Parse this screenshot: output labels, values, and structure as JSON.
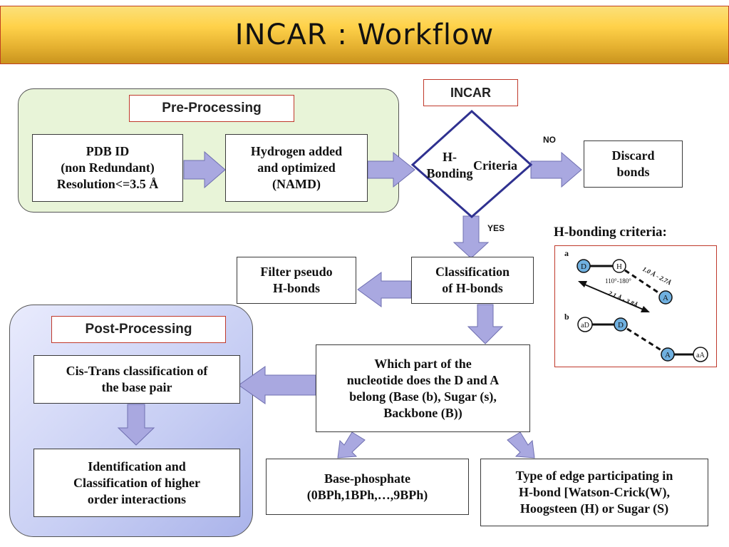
{
  "title": "INCAR : Workflow",
  "pre_processing": {
    "label": "Pre-Processing",
    "pdb_box": "PDB ID\n(non Redundant)\nResolution<=3.5 Å",
    "hydrogen_box": "Hydrogen added\nand optimized\n(NAMD)"
  },
  "incar_label": "INCAR",
  "decision": {
    "line1": "H-Bonding",
    "line2": "Criteria"
  },
  "no_label": "NO",
  "yes_label": "YES",
  "discard_box": "Discard\nbonds",
  "classification_box": "Classification\nof H-bonds",
  "filter_box": "Filter pseudo\nH-bonds",
  "which_part_box": "Which part of the\nnucleotide does the D and A\nbelong (Base (b), Sugar (s),\nBackbone (B))",
  "base_phosphate_box": "Base-phosphate\n(0BPh,1BPh,…,9BPh)",
  "edge_type_box": "Type of edge participating in\nH-bond [Watson-Crick(W),\nHoogsteen (H) or Sugar (S)",
  "post_processing": {
    "label": "Post-Processing",
    "cis_trans_box": "Cis-Trans classification of\nthe base pair",
    "identification_box": "Identification and\nClassification of higher\norder interactions"
  },
  "criteria_panel": {
    "title": "H-bonding criteria:",
    "panel_a": "a",
    "panel_b": "b",
    "node_d": "D",
    "node_h": "H",
    "node_a": "A",
    "node_ad": "aD",
    "node_aa": "aA",
    "dist_dh_a": "1.0 Å - 2.7Å",
    "angle": "110°-180°",
    "dist_d_a": "2.1 Å - 3.8Å"
  },
  "colors": {
    "arrow_fill": "#a9a8e0",
    "node_blue": "#6fb0e0",
    "diamond_stroke": "#2f3190",
    "banner_gold": "#f2c234"
  }
}
